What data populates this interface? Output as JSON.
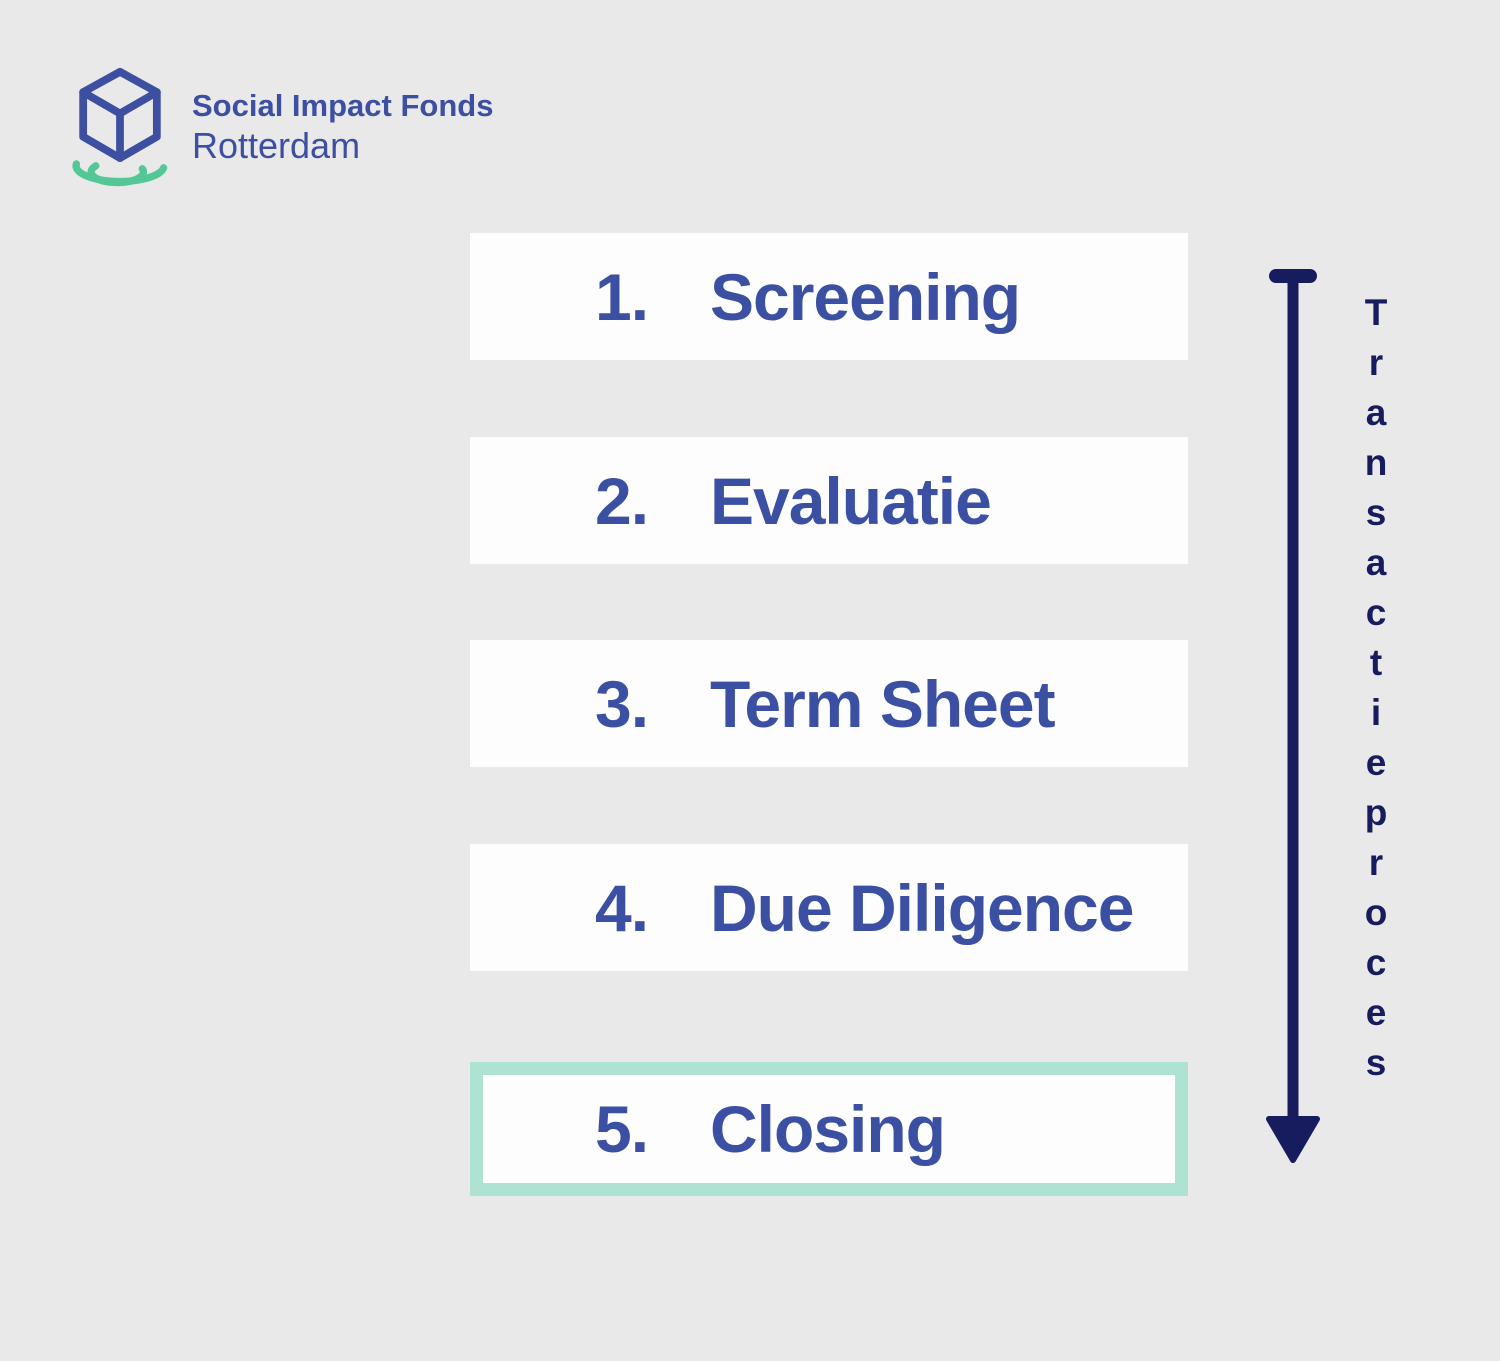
{
  "logo": {
    "title": "Social Impact Fonds",
    "subtitle": "Rotterdam",
    "icon": "cube-ripple-icon"
  },
  "steps": [
    {
      "number": "1.",
      "label": "Screening",
      "highlighted": false
    },
    {
      "number": "2.",
      "label": "Evaluatie",
      "highlighted": false
    },
    {
      "number": "3.",
      "label": "Term Sheet",
      "highlighted": false
    },
    {
      "number": "4.",
      "label": "Due Diligence",
      "highlighted": false
    },
    {
      "number": "5.",
      "label": "Closing",
      "highlighted": true
    }
  ],
  "axis": {
    "label": "Transactieproces"
  },
  "colors": {
    "background": "#e9e9e9",
    "box_white": "#fdfdfd",
    "box_text_blue": "#3b50a2",
    "navy_arrow": "#171c5e",
    "shadow_gray": "#a6a6a6",
    "highlight_mint": "#aee3d3",
    "logo_green": "#53c795",
    "logo_blue": "#3c4fa1"
  }
}
